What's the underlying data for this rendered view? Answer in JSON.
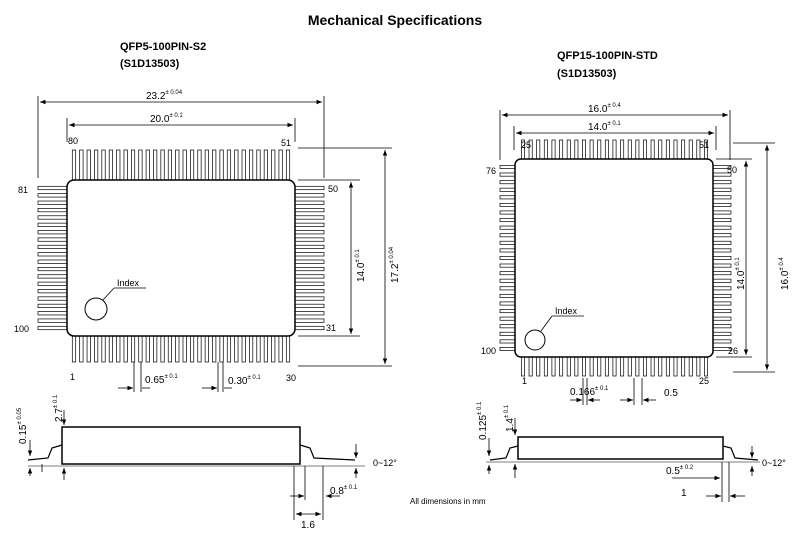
{
  "title": "Mechanical Specifications",
  "footnote": "All dimensions in mm",
  "left_package": {
    "name": "QFP5-100PIN-S2",
    "part": "(S1D13503)",
    "pin_labels": {
      "p80": "80",
      "p51": "51",
      "p81": "81",
      "p50": "50",
      "p100": "100",
      "p31": "31",
      "p1": "1",
      "p30": "30"
    },
    "index_label": "Index",
    "dims": {
      "outer_width": {
        "base": "23.2",
        "tol": "± 0.04"
      },
      "body_width": {
        "base": "20.0",
        "tol": "± 0.1"
      },
      "body_height": {
        "base": "14.0",
        "tol": "± 0.1"
      },
      "outer_height": {
        "base": "17.2",
        "tol": "± 0.04"
      },
      "pitch": {
        "base": "0.65",
        "tol": "± 0.1"
      },
      "lead_width": {
        "base": "0.30",
        "tol": "± 0.1"
      },
      "thickness": {
        "base": "2.7",
        "tol": "± 0.1"
      },
      "standoff": {
        "base": "0.15",
        "tol": "± 0.05"
      },
      "foot": {
        "base": "0.8",
        "tol": "± 0.1"
      },
      "lead_len": "1.6",
      "angle": "0~12°"
    }
  },
  "right_package": {
    "name": "QFP15-100PIN-STD",
    "part": "(S1D13503)",
    "pin_labels": {
      "p76": "76",
      "p25a": "25",
      "p51": "51",
      "p50": "50",
      "p100": "100",
      "p26": "26",
      "p1": "1",
      "p25b": "25"
    },
    "index_label": "Index",
    "dims": {
      "outer_width": {
        "base": "16.0",
        "tol": "± 0.4"
      },
      "body_width": {
        "base": "14.0",
        "tol": "± 0.1"
      },
      "body_height": {
        "base": "14.0",
        "tol": "± 0.1"
      },
      "outer_height": {
        "base": "16.0",
        "tol": "± 0.4"
      },
      "lead_width": {
        "base": "0.166",
        "tol": "± 0.1"
      },
      "pitch": "0.5",
      "thickness": {
        "base": "1.4",
        "tol": "± 0.1"
      },
      "standoff": {
        "base": "0.125",
        "tol": "± 0.1"
      },
      "foot": {
        "base": "0.5",
        "tol": "± 0.2"
      },
      "lead_len": "1",
      "angle": "0~12°"
    }
  }
}
